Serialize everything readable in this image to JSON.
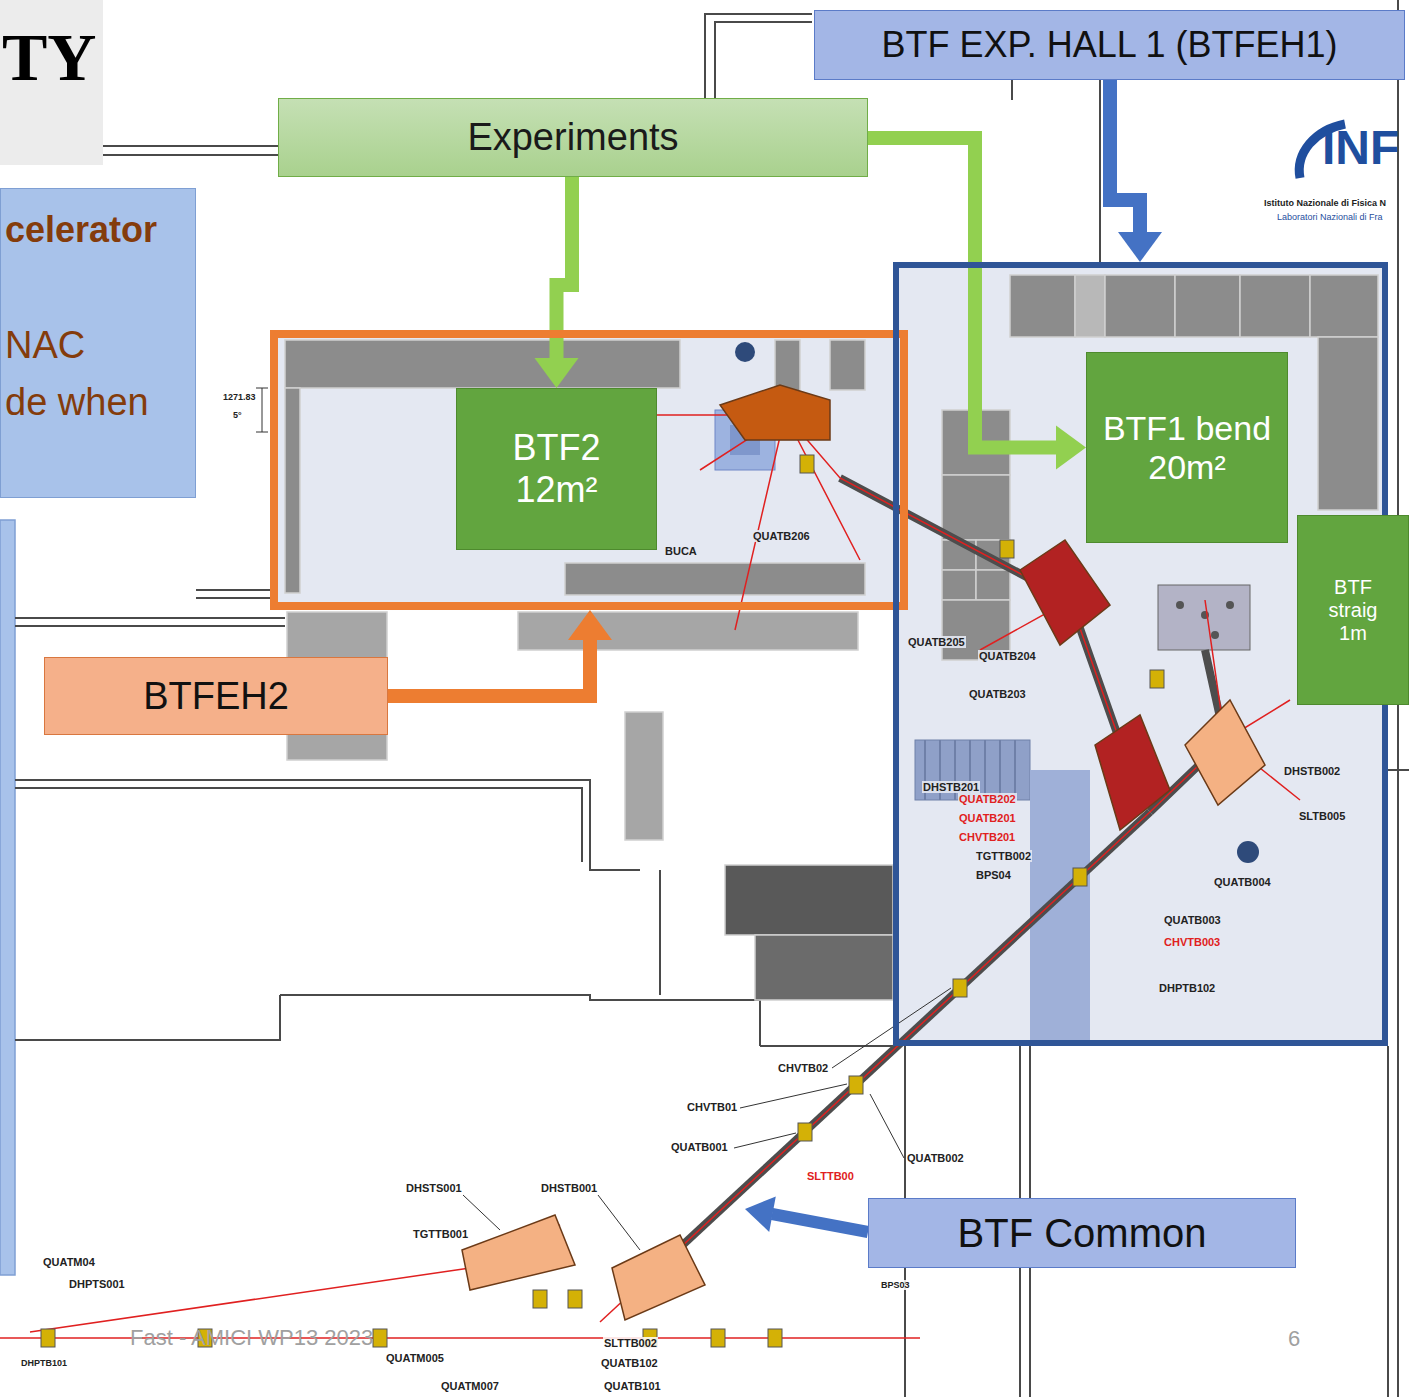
{
  "diagram": {
    "nodes": [
      {
        "text": [
          "TY"
        ]
      },
      {
        "text": [
          "celerator",
          "NAC",
          "de when"
        ]
      },
      {
        "text": [
          "Experiments"
        ]
      },
      {
        "text": [
          "BTF EXP. HALL 1 (BTFEH1)"
        ]
      },
      {
        "text": [
          "QUATB206",
          "BUCA"
        ]
      },
      {
        "text": [
          "BTF2",
          "12m²"
        ],
        "in": 4
      },
      {
        "text": [
          "QUATB205",
          "QUATB204",
          "QUATB203",
          "DHSTB201",
          "QUATB202",
          "QUATB201",
          "CHVTB201",
          "TGTTB002",
          "BPS04",
          "DHSTB002",
          "SLTB005",
          "QUATB004",
          "QUATB003",
          "CHVTB003",
          "DHPTB102"
        ]
      },
      {
        "text": [
          "BTF1 bend",
          "20m²"
        ],
        "in": 6
      },
      {
        "text": [
          "BTF straig 1m"
        ]
      },
      {
        "text": [
          "BTFEH2"
        ]
      },
      {
        "text": [
          "BTF Common"
        ]
      }
    ],
    "edges": [
      {
        "from": 2,
        "to": 5,
        "arrow": "to"
      },
      {
        "from": 2,
        "to": 7,
        "arrow": "to"
      },
      {
        "from": 3,
        "to": 6,
        "arrow": "to"
      },
      {
        "from": 9,
        "to": 4,
        "arrow": "to"
      }
    ],
    "labels": [
      "INF",
      "Istituto Nazionale di Fisica N",
      "Laboratori Nazionali di Fra",
      "QUATM04",
      "DHPTS001",
      "DHPTB101",
      "TGTTB001",
      "DHSTS001",
      "DHSTB001",
      "SLTTB00",
      "QUATB001",
      "CHVTB01",
      "CHVTB02",
      "QUATB002",
      "BPS03",
      "SLTTB002",
      "QUATB102",
      "QUATM005",
      "QUATM007",
      "QUATB101",
      "1271.83",
      "5°",
      "Fast - AMICI WP13 2023",
      "6"
    ]
  }
}
